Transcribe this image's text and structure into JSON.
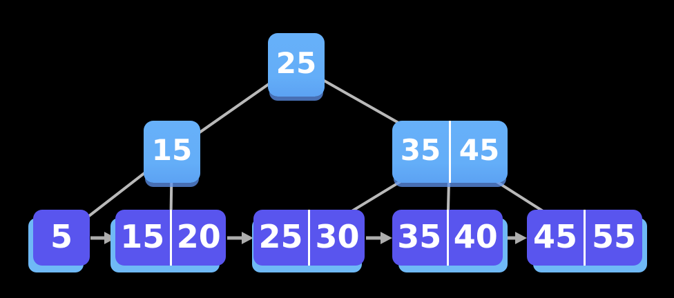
{
  "diagram": {
    "type": "b-tree",
    "root": {
      "keys": [
        "25"
      ]
    },
    "internal_nodes": [
      {
        "keys": [
          "15"
        ]
      },
      {
        "keys": [
          "35",
          "45"
        ]
      }
    ],
    "leaf_nodes": [
      {
        "keys": [
          "5"
        ]
      },
      {
        "keys": [
          "15",
          "20"
        ]
      },
      {
        "keys": [
          "25",
          "30"
        ]
      },
      {
        "keys": [
          "35",
          "40"
        ]
      },
      {
        "keys": [
          "45",
          "55"
        ]
      }
    ]
  },
  "colors": {
    "background": "#000000",
    "internal_node_fill": "#64AEF8",
    "leaf_node_fill": "#5955EE",
    "leaf_node_back_shadow": "#6FB9F6",
    "key_divider": "#FFFFFF",
    "edge_line": "#B9B9B9",
    "key_text": "#FFFFFF"
  }
}
